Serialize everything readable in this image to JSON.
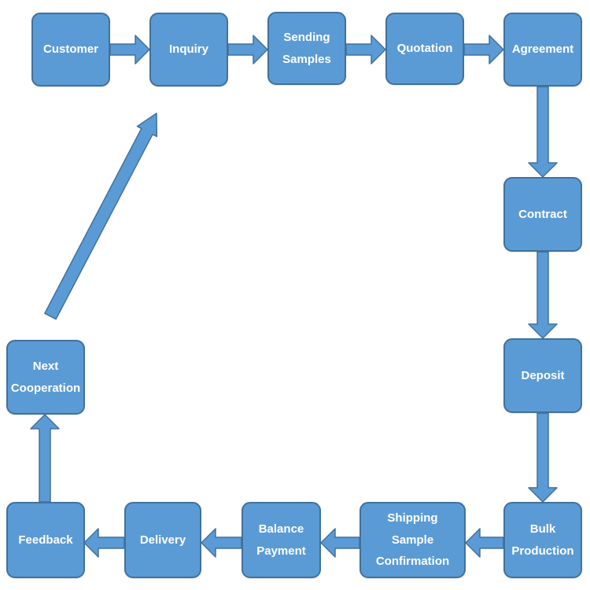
{
  "diagram": {
    "type": "flowchart",
    "description": "Export trade order process loop",
    "colors": {
      "node_fill": "#5B9BD5",
      "node_border": "#41719C",
      "arrow_fill": "#5B9BD5",
      "arrow_border": "#41719C",
      "text": "#FFFFFF",
      "background": "#FFFFFF"
    },
    "nodes": [
      {
        "id": "customer",
        "label": "Customer"
      },
      {
        "id": "inquiry",
        "label": "Inquiry"
      },
      {
        "id": "sending-samples",
        "label": "Sending Samples"
      },
      {
        "id": "quotation",
        "label": "Quotation"
      },
      {
        "id": "agreement",
        "label": "Agreement"
      },
      {
        "id": "contract",
        "label": "Contract"
      },
      {
        "id": "deposit",
        "label": "Deposit"
      },
      {
        "id": "bulk-production",
        "label": "Bulk Production"
      },
      {
        "id": "shipping-sample-confirmation",
        "label": "Shipping Sample Confirmation"
      },
      {
        "id": "balance-payment",
        "label": "Balance Payment"
      },
      {
        "id": "delivery",
        "label": "Delivery"
      },
      {
        "id": "feedback",
        "label": "Feedback"
      },
      {
        "id": "next-cooperation",
        "label": "Next Cooperation"
      }
    ],
    "edges": [
      {
        "from": "Customer",
        "to": "Inquiry",
        "direction": "right"
      },
      {
        "from": "Inquiry",
        "to": "Sending Samples",
        "direction": "right"
      },
      {
        "from": "Sending Samples",
        "to": "Quotation",
        "direction": "right"
      },
      {
        "from": "Quotation",
        "to": "Agreement",
        "direction": "right"
      },
      {
        "from": "Agreement",
        "to": "Contract",
        "direction": "down"
      },
      {
        "from": "Contract",
        "to": "Deposit",
        "direction": "down"
      },
      {
        "from": "Deposit",
        "to": "Bulk Production",
        "direction": "down"
      },
      {
        "from": "Bulk Production",
        "to": "Shipping Sample Confirmation",
        "direction": "left"
      },
      {
        "from": "Shipping Sample Confirmation",
        "to": "Balance Payment",
        "direction": "left"
      },
      {
        "from": "Balance Payment",
        "to": "Delivery",
        "direction": "left"
      },
      {
        "from": "Delivery",
        "to": "Feedback",
        "direction": "left"
      },
      {
        "from": "Feedback",
        "to": "Next Cooperation",
        "direction": "up"
      },
      {
        "from": "Next Cooperation",
        "to": "Inquiry",
        "direction": "diagonal-up-right"
      }
    ]
  }
}
